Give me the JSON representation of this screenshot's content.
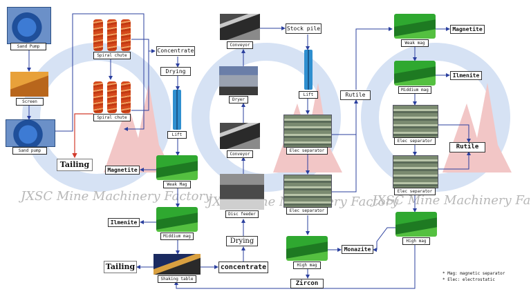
{
  "colors": {
    "flow_line": "#2a3f9e",
    "tailing_line": "#d23b2b",
    "watermark_blue": "#c8d8f0",
    "watermark_red": "#f0b8b8"
  },
  "watermark_text": "JXSC Mine Machinery Factory",
  "equipment": {
    "sand_pump_top": "Sand Pump",
    "screen": "Screen",
    "sand_pump_bottom": "Sand pump",
    "spiral_chute_top": "Spiral chute",
    "spiral_chute_bottom": "Spiral chute",
    "lift_left": "Lift",
    "weak_mag_left": "Weak Mag",
    "middium_mag_left": "Middium mag",
    "shaking_table": "Shaking table",
    "conveyor_top": "Conveyor",
    "dryer": "Dryer",
    "conveyor_mid": "Conveyor",
    "disc_feeder": "Disc feeder",
    "lift_right": "Lift",
    "elec_separator_1": "Elec separator",
    "elec_separator_2": "Elec separator",
    "high_mag_center": "High mag",
    "weak_mag_right": "Weak mag",
    "middium_mag_right": "Middium mag",
    "elec_separator_3": "Elec separator",
    "elec_separator_4": "Elec separator",
    "high_mag_right": "High mag"
  },
  "products": {
    "concentrate_small": "Concentrate",
    "drying_small": "Drying",
    "tailing_left": "Tailing",
    "magnetite_left": "Magnetite",
    "ilmenite_left": "Ilmenite",
    "tailing_bottom": "Tailing",
    "concentrate_big": "concentrate",
    "drying_big": "Drying",
    "stock_pile": "Stock pile",
    "rutile_mid": "Rutile",
    "monazite": "Monazite",
    "zircon": "Zircon",
    "magnetite_right": "Magnetite",
    "ilmenite_right": "Ilmenite",
    "rutile_right": "Rutile"
  },
  "legend": {
    "mag": "* Mag: magnetic separator",
    "elec": "* Elec: electrostatic"
  }
}
